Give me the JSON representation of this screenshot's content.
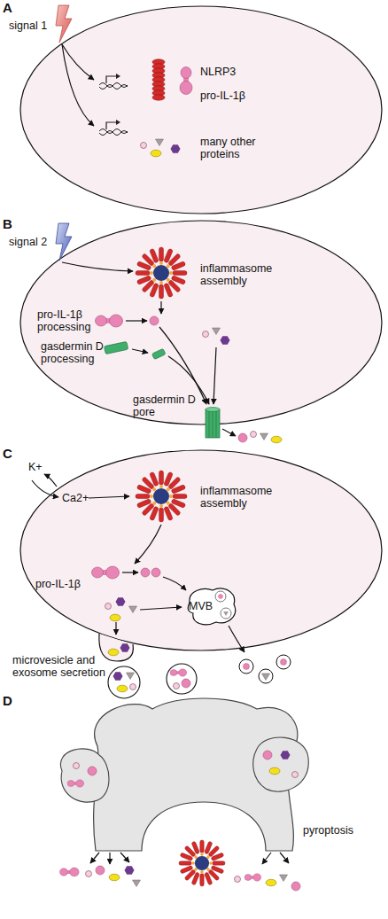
{
  "diagram": {
    "nodes": [
      {
        "text": [
          "NLRP3",
          "pro-IL-1β",
          "many other proteins"
        ]
      },
      {
        "text": [
          "inflammasome assembly",
          "pro-IL-1β processing",
          "gasdermin D processing",
          "gasdermin D pore"
        ]
      },
      {
        "text": [
          "Ca2+",
          "inflammasome assembly",
          "pro-IL-1β"
        ]
      },
      {
        "text": [
          "MVB"
        ],
        "in": 2
      }
    ],
    "labels": [
      "A",
      "signal 1",
      "B",
      "signal 2",
      "C",
      "K+",
      "microvesicle and exosome secretion",
      "D",
      "pyroptosis"
    ]
  }
}
